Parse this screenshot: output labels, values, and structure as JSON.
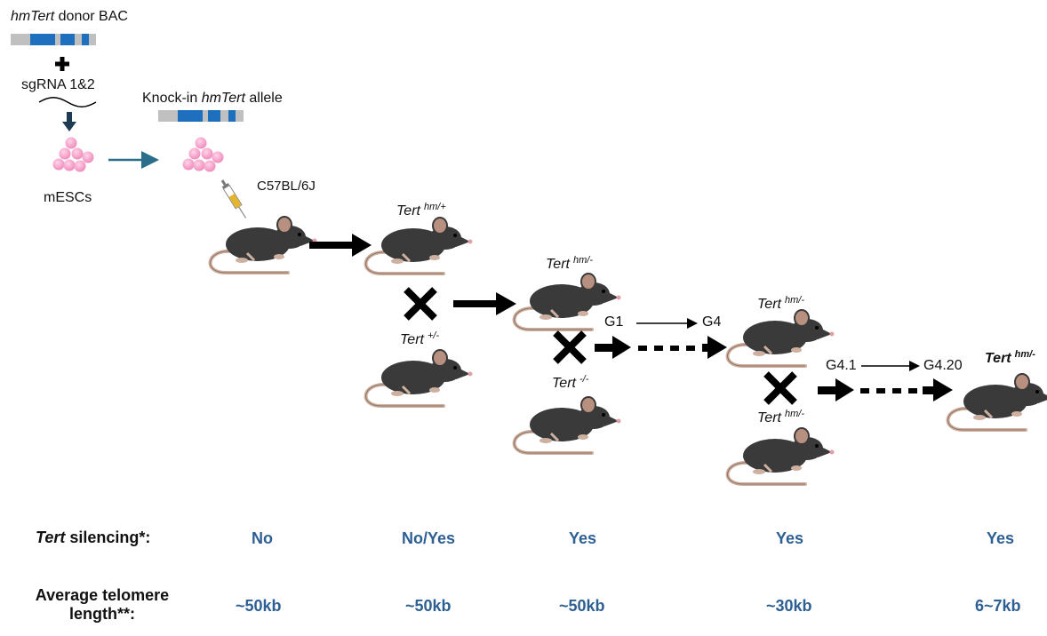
{
  "top": {
    "donor_italic": "hmTert",
    "donor_rest": "donor BAC",
    "sgrna": "sgRNA 1&2",
    "knockin_prefix": "Knock-in",
    "knockin_italic": "hmTert",
    "knockin_suffix": "allele",
    "mescs": "mESCs",
    "strain": "C57BL/6J"
  },
  "genotypes": {
    "tert_word": "Tert",
    "hm_plus": "hm/+",
    "het": "+/-",
    "hm_minus": "hm/-",
    "ko": "-/-"
  },
  "generations": {
    "g1": "G1",
    "g4": "G4",
    "g41": "G4.1",
    "g420": "G4.20"
  },
  "table": {
    "silencing_italic": "Tert",
    "silencing_rest": "silencing*:",
    "telomere_line1": "Average telomere",
    "telomere_line2": "length**:",
    "silencing": [
      "No",
      "No/Yes",
      "Yes",
      "Yes",
      "Yes"
    ],
    "telomere": [
      "~50kb",
      "~50kb",
      "~50kb",
      "~30kb",
      "6~7kb"
    ]
  },
  "colors": {
    "value_text": "#2d5f93",
    "gene_bar_grey": "#c0c0c0",
    "gene_bar_blue": "#1f6fbf",
    "cell_pink": "#f29bc4",
    "mouse_body": "#3a3a3a",
    "arrow_teal": "#2a6e8c"
  }
}
